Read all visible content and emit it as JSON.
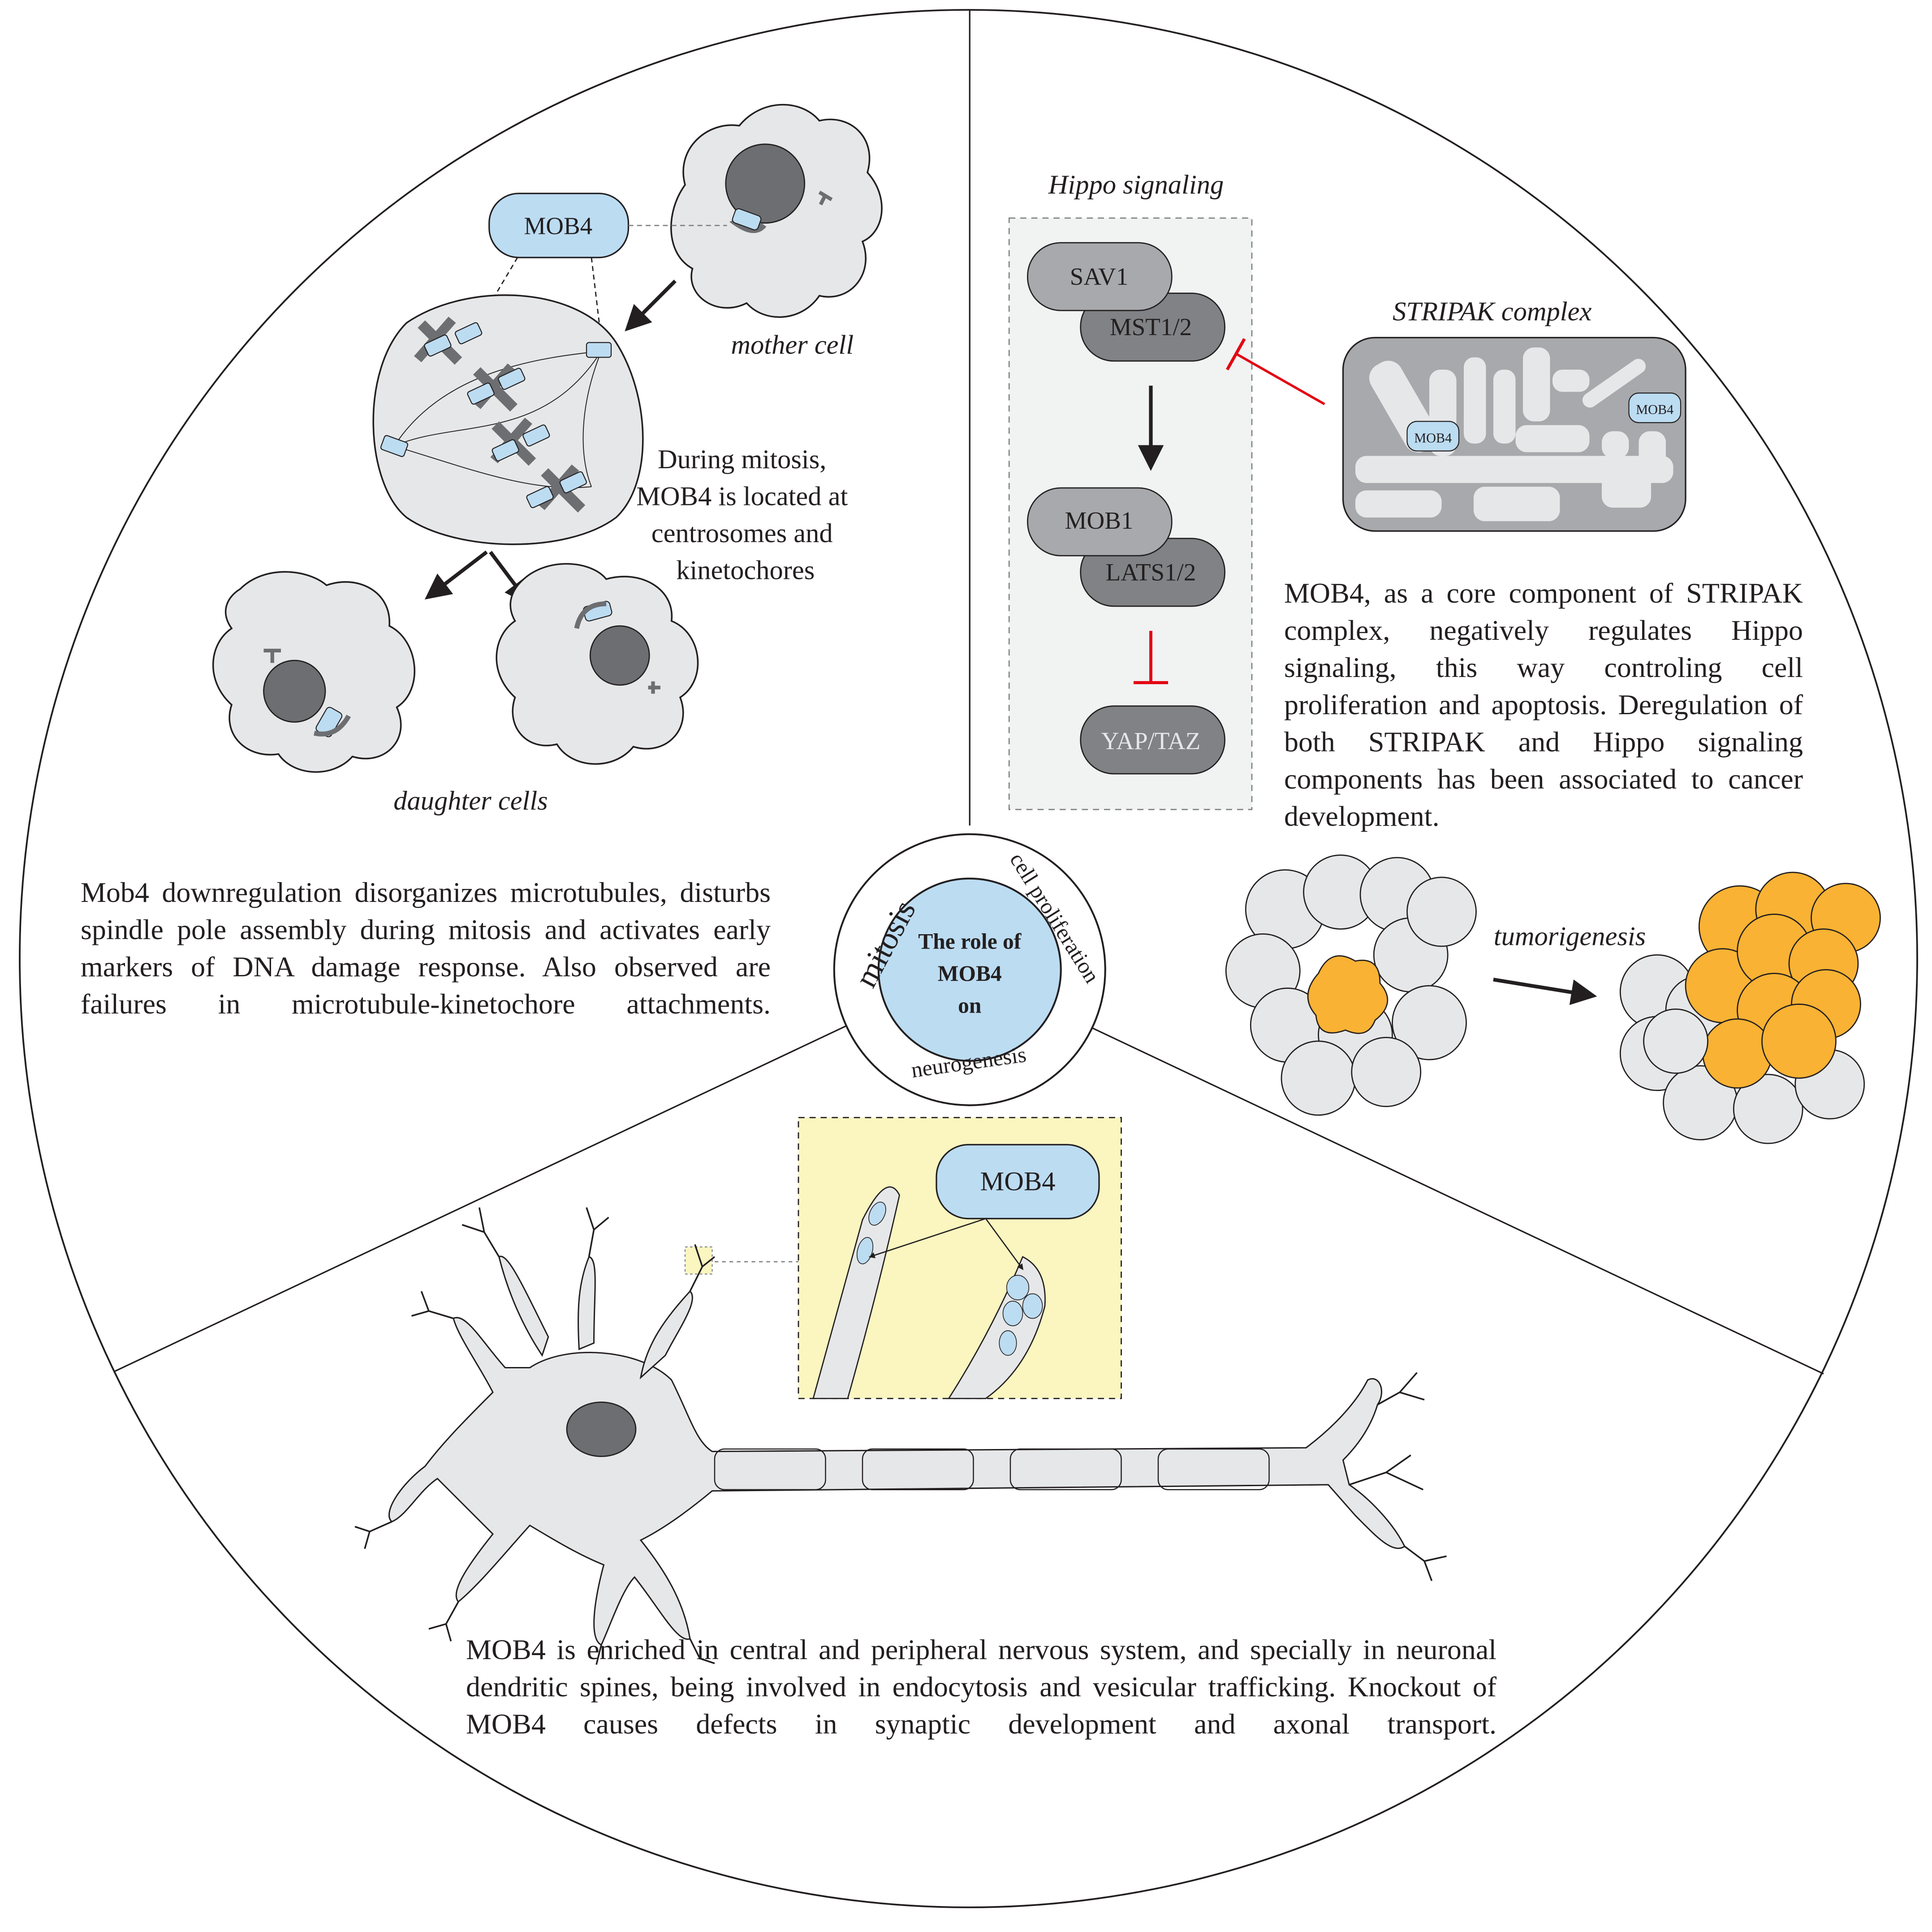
{
  "center": {
    "title": "The role of MOB4 on",
    "ring_labels": {
      "left": "mitosis",
      "right": "cell proliferation",
      "bottom": "neurogenesis"
    }
  },
  "mitosis": {
    "mob4_label": "MOB4",
    "mother_cell_label": "mother cell",
    "daughter_cells_label": "daughter cells",
    "location_text": "During mitosis, MOB4 is located at centrosomes and kinetochores",
    "description": "Mob4 downregulation disorganizes microtubules, disturbs spindle pole assembly during mitosis and activates early markers of DNA damage response. Also observed are failures in microtubule-kinetochore attachments."
  },
  "proliferation": {
    "hippo_title": "Hippo signaling",
    "nodes": {
      "sav1": "SAV1",
      "mst": "MST1/2",
      "mob1": "MOB1",
      "lats": "LATS1/2",
      "yap": "YAP/TAZ"
    },
    "stripak_title": "STRIPAK complex",
    "stripak_mob4_left": "MOB4",
    "stripak_mob4_right": "MOB4",
    "tumorigenesis_label": "tumorigenesis",
    "description": "MOB4, as a core component of STRIPAK complex, negatively regulates Hippo signaling, this way controling cell proliferation and apoptosis. Deregulation of both STRIPAK and Hippo signaling components has been associated to cancer development."
  },
  "neurogenesis": {
    "mob4_label": "MOB4",
    "description": "MOB4 is enriched in central and peripheral nervous system, and specially in neuronal dendritic spines, being  involved in endocytosis and vesicular trafficking. Knockout of MOB4 causes defects in synaptic development and axonal transport."
  },
  "colors": {
    "mob4_blue": "#bcdcf2",
    "cell_gray": "#e6e7e8",
    "nucleus_gray": "#6d6e71",
    "node_light": "#a7a9ac",
    "node_dark": "#808285",
    "tumor_orange": "#f9b233",
    "inset_yellow": "#fbf6c0",
    "inhibit_red": "#e30613"
  }
}
